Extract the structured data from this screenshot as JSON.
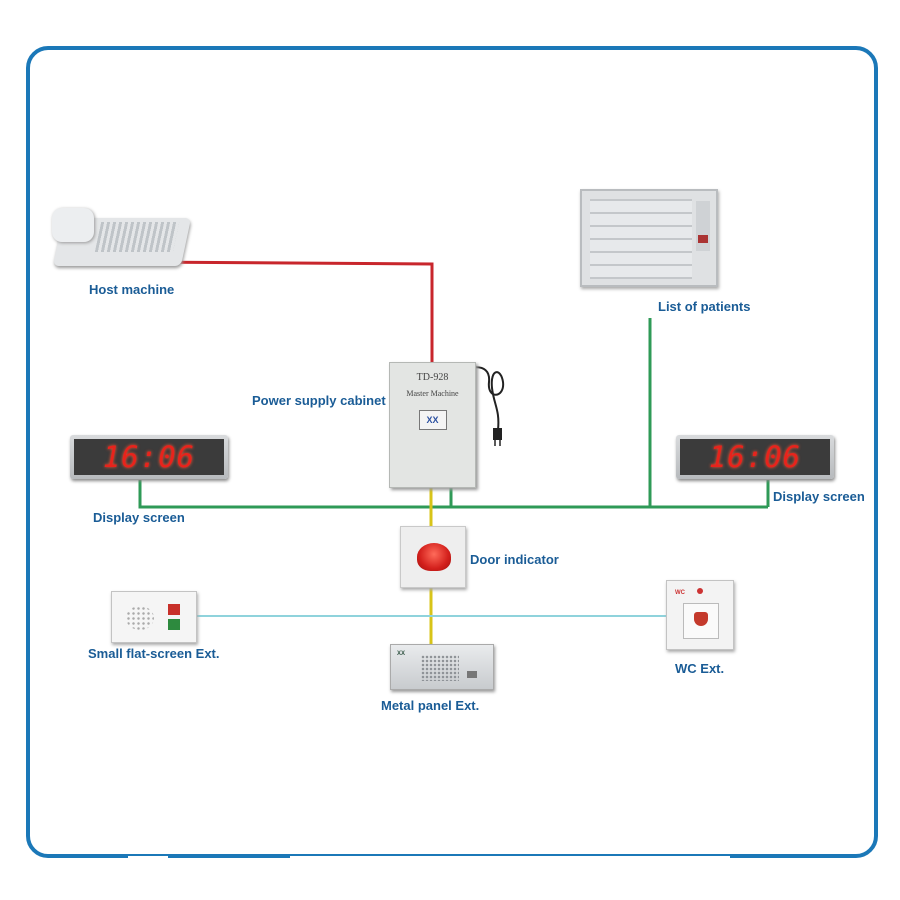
{
  "labels": {
    "host_machine": "Host machine",
    "list_of_patients": "List of patients",
    "power_supply_cabinet": "Power supply cabinet",
    "display_screen_left": "Display screen",
    "display_screen_right": "Display screen",
    "door_indicator": "Door indicator",
    "small_flat_screen_ext": "Small flat-screen Ext.",
    "wc_ext": "WC Ext.",
    "metal_panel_ext": "Metal panel Ext."
  },
  "cabinet": {
    "model": "TD-928",
    "subtitle": "Master Machine",
    "logo": "XX"
  },
  "display": {
    "left_time": "16:06",
    "right_time": "16:06"
  },
  "wc": {
    "tag": "WC"
  },
  "metal_panel": {
    "logo": "XX"
  },
  "colors": {
    "frame": "#1b78b8",
    "label": "#1a5c96",
    "host_wire": "#c8262c",
    "display_bus": "#2f9a57",
    "extension_wire": "#d8c418",
    "extension_bus": "#8fd3dc"
  }
}
